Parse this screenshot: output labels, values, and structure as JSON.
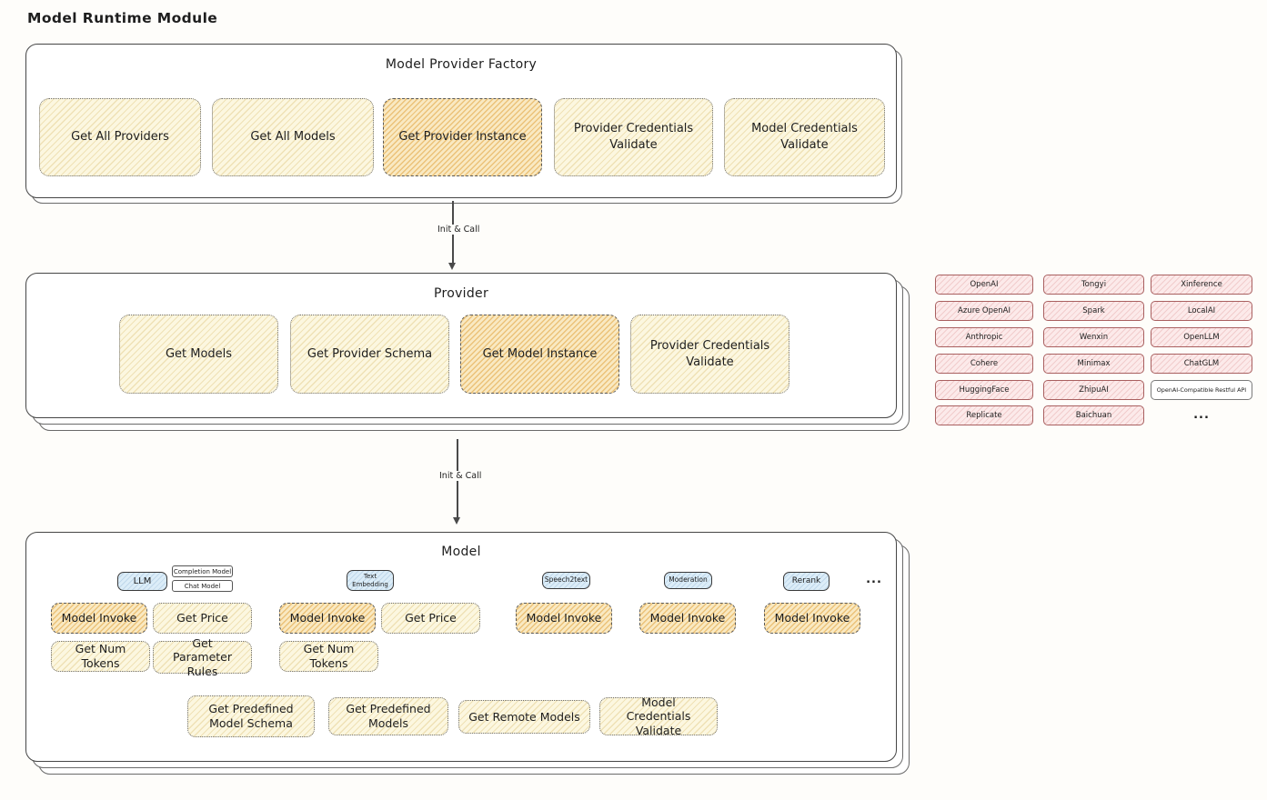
{
  "page_title": "Model Runtime Module",
  "colors": {
    "yellow_fill": "#fcf7e0",
    "orange_highlight_fill": "#f9e9c2",
    "pink_fill": "#fceaea",
    "blue_fill": "#dcedf8"
  },
  "factory": {
    "title": "Model Provider Factory",
    "boxes": [
      "Get All Providers",
      "Get All Models",
      "Get Provider Instance",
      "Provider Credentials Validate",
      "Model Credentials Validate"
    ]
  },
  "arrow1": {
    "label": "Init & Call"
  },
  "provider": {
    "title": "Provider",
    "boxes": [
      "Get Models",
      "Get Provider Schema",
      "Get Model Instance",
      "Provider Credentials Validate"
    ]
  },
  "providers": {
    "columns": [
      [
        "OpenAI",
        "Azure OpenAI",
        "Anthropic",
        "Cohere",
        "HuggingFace",
        "Replicate"
      ],
      [
        "Tongyi",
        "Spark",
        "Wenxin",
        "Minimax",
        "ZhipuAI",
        "Baichuan"
      ],
      [
        "Xinference",
        "LocalAI",
        "OpenLLM",
        "ChatGLM",
        "OpenAI-Compatible Restful API",
        "..."
      ]
    ]
  },
  "arrow2": {
    "label": "Init & Call"
  },
  "model": {
    "title": "Model",
    "tabs": {
      "llm": "LLM",
      "completion_model": "Completion Model",
      "chat_model": "Chat Model",
      "text_embedding": "Text Embedding",
      "speech2text": "Speech2text",
      "moderation": "Moderation",
      "rerank": "Rerank",
      "more": "..."
    },
    "ops": {
      "llm": [
        "Model Invoke",
        "Get Price",
        "Get Num Tokens",
        "Get Parameter Rules"
      ],
      "text_embedding": [
        "Model Invoke",
        "Get Price",
        "Get Num Tokens"
      ],
      "speech2text": [
        "Model Invoke"
      ],
      "moderation": [
        "Model Invoke"
      ],
      "rerank": [
        "Model Invoke"
      ]
    },
    "common_ops": [
      "Get Predefined Model Schema",
      "Get Predefined Models",
      "Get Remote Models",
      "Model Credentials Validate"
    ]
  }
}
